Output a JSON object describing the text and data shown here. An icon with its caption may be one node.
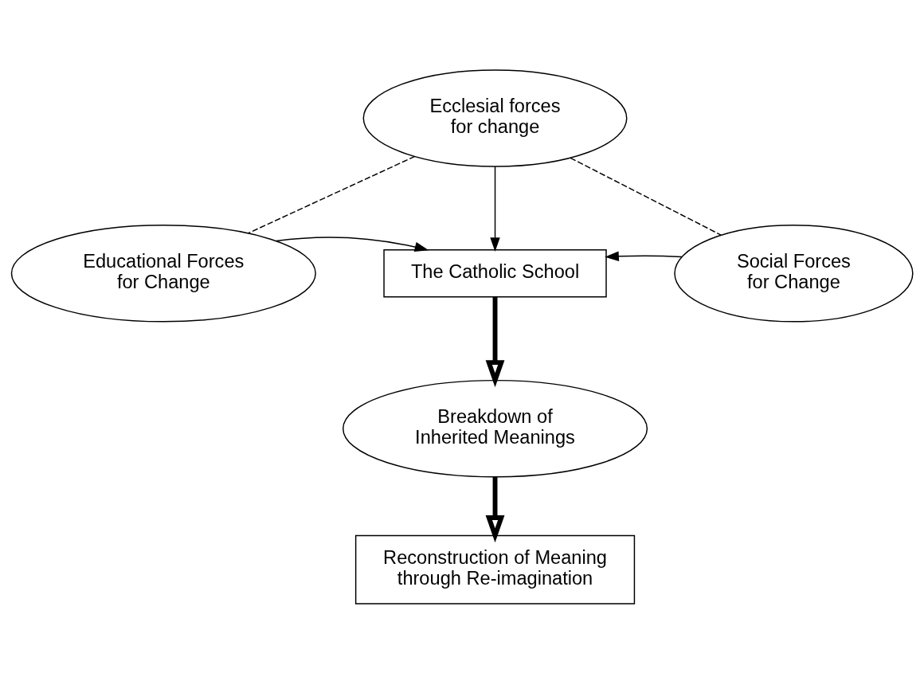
{
  "diagram": {
    "nodes": [
      {
        "text": [
          "Ecclesial forces for change"
        ]
      },
      {
        "text": [
          "Educational Forces for Change"
        ]
      },
      {
        "text": [
          "The Catholic School"
        ]
      },
      {
        "text": [
          "Social Forces for Change"
        ]
      },
      {
        "text": [
          "Breakdown of Inherited Meanings"
        ]
      },
      {
        "text": [
          "Reconstruction of Meaning through Re-imagination"
        ]
      }
    ],
    "edges": [
      {
        "from": 0,
        "to": 1,
        "arrow": "none",
        "style": "dashed"
      },
      {
        "from": 0,
        "to": 3,
        "arrow": "none",
        "style": "dashed"
      },
      {
        "from": 0,
        "to": 2,
        "arrow": "to"
      },
      {
        "from": 1,
        "to": 2,
        "arrow": "to"
      },
      {
        "from": 3,
        "to": 2,
        "arrow": "to"
      },
      {
        "from": 2,
        "to": 4,
        "arrow": "to",
        "style": "thick"
      },
      {
        "from": 4,
        "to": 5,
        "arrow": "to",
        "style": "thick"
      }
    ]
  }
}
